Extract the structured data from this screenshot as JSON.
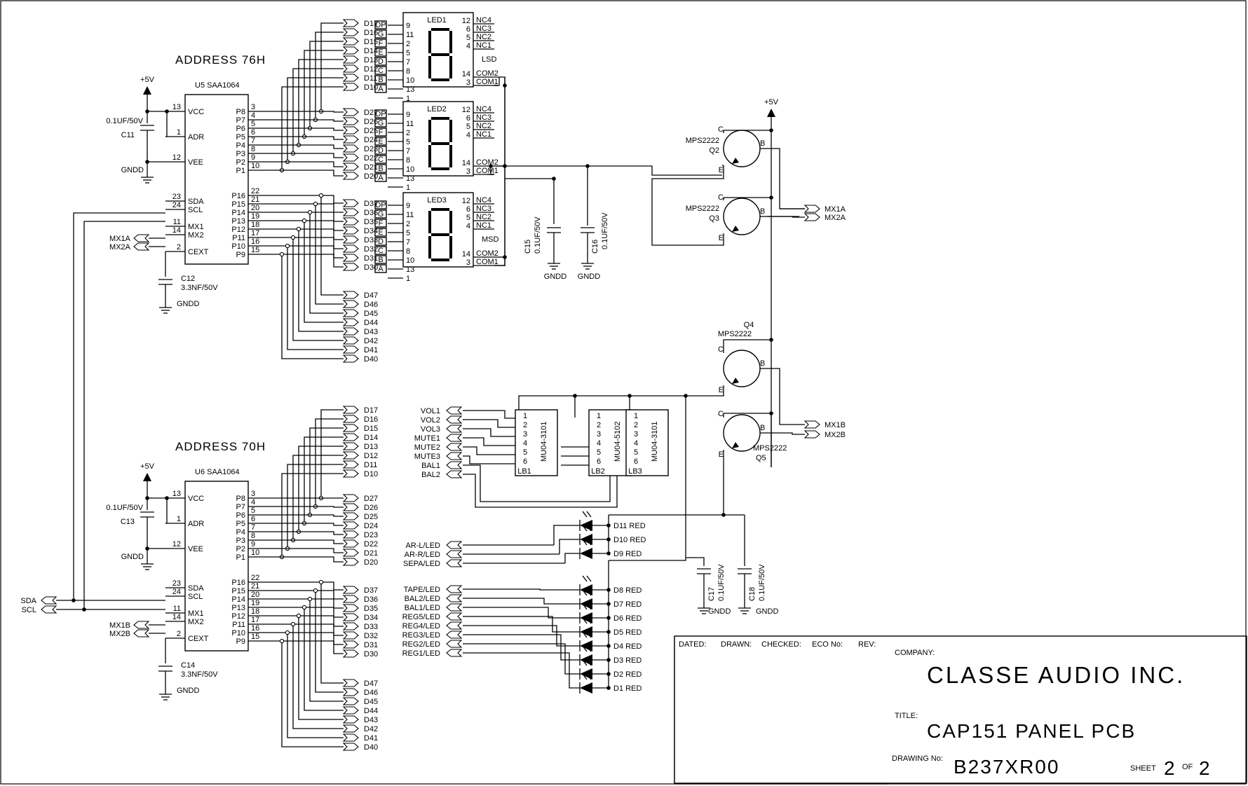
{
  "ics": {
    "u5": {
      "address": "ADDRESS 76H",
      "ref": "U5  SAA1064"
    },
    "u6": {
      "address": "ADDRESS 70H",
      "ref": "U6  SAA1064"
    },
    "left_pins": [
      {
        "num": "13",
        "name": "VCC"
      },
      {
        "num": "1",
        "name": "ADR"
      },
      {
        "num": "12",
        "name": "VEE"
      },
      {
        "num": "23",
        "name": "SDA"
      },
      {
        "num": "24",
        "name": "SCL"
      },
      {
        "num": "11",
        "name": "MX1"
      },
      {
        "num": "14",
        "name": "MX2"
      },
      {
        "num": "2",
        "name": "CEXT"
      }
    ],
    "right_pins_top": [
      {
        "num": "3",
        "name": "P8"
      },
      {
        "num": "4",
        "name": "P7"
      },
      {
        "num": "5",
        "name": "P6"
      },
      {
        "num": "6",
        "name": "P5"
      },
      {
        "num": "7",
        "name": "P4"
      },
      {
        "num": "8",
        "name": "P3"
      },
      {
        "num": "9",
        "name": "P2"
      },
      {
        "num": "10",
        "name": "P1"
      }
    ],
    "right_pins_bot": [
      {
        "num": "22",
        "name": "P16"
      },
      {
        "num": "21",
        "name": "P15"
      },
      {
        "num": "20",
        "name": "P14"
      },
      {
        "num": "19",
        "name": "P13"
      },
      {
        "num": "18",
        "name": "P12"
      },
      {
        "num": "17",
        "name": "P11"
      },
      {
        "num": "16",
        "name": "P10"
      },
      {
        "num": "15",
        "name": "P9"
      }
    ]
  },
  "power": {
    "plus5": "+5V",
    "gndd": "GNDD"
  },
  "caps": {
    "c11": [
      "0.1UF/50V",
      "C11"
    ],
    "c12": [
      "C12",
      "3.3NF/50V"
    ],
    "c13": [
      "0.1UF/50V",
      "C13"
    ],
    "c14": [
      "C14",
      "3.3NF/50V"
    ],
    "c15": [
      "C15",
      "0.1UF/50V"
    ],
    "c16": [
      "C16",
      "0.1UF/50V"
    ],
    "c17": [
      "C17",
      "0.1UF/50V"
    ],
    "c18": [
      "C18",
      "0.1UF/50V"
    ]
  },
  "nets": {
    "sda": "SDA",
    "scl": "SCL",
    "mx1a": "MX1A",
    "mx2a": "MX2A",
    "mx1b": "MX1B",
    "mx2b": "MX2B",
    "d10": [
      "D17",
      "D16",
      "D15",
      "D14",
      "D13",
      "D12",
      "D11",
      "D10"
    ],
    "d20": [
      "D27",
      "D26",
      "D25",
      "D24",
      "D23",
      "D22",
      "D21",
      "D20"
    ],
    "d30": [
      "D37",
      "D36",
      "D35",
      "D34",
      "D33",
      "D32",
      "D31",
      "D30"
    ],
    "d40": [
      "D47",
      "D46",
      "D45",
      "D44",
      "D43",
      "D42",
      "D41",
      "D40"
    ]
  },
  "leds": {
    "names": [
      "LED1",
      "LED2",
      "LED3"
    ],
    "seg_names": [
      "DP",
      "G",
      "F",
      "E",
      "D",
      "C",
      "B",
      "A"
    ],
    "seg_pins": [
      "9",
      "11",
      "2",
      "5",
      "7",
      "8",
      "10",
      "13",
      "1"
    ],
    "seg_pins_left": [
      "9",
      "11",
      "2",
      "",
      "7",
      "8",
      "10",
      "13",
      "1"
    ],
    "seg_pins_right": [
      "12",
      "6",
      "5",
      "4",
      "",
      "",
      "14",
      "3"
    ],
    "nc": [
      "NC4",
      "NC3",
      "NC2",
      "NC1"
    ],
    "com": [
      "COM2",
      "COM1"
    ],
    "lsd": "LSD",
    "msd": "MSD"
  },
  "transistors": {
    "type": "MPS2222",
    "q2": "Q2",
    "q3": "Q3",
    "q4": "Q4",
    "q5": "Q5",
    "c": "C",
    "b": "B",
    "e": "E"
  },
  "bargraphs": {
    "pin_numbers": [
      "1",
      "2",
      "3",
      "4",
      "5",
      "6"
    ],
    "lb1": {
      "ref": "LB1",
      "part": "MU04-3101"
    },
    "lb2": {
      "ref": "LB2",
      "part": "MU04-5102"
    },
    "lb3": {
      "ref": "LB3",
      "part": "MU04-3101"
    },
    "inputs": [
      "VOL1",
      "VOL2",
      "VOL3",
      "MUTE1",
      "MUTE2",
      "MUTE3",
      "BAL1",
      "BAL2"
    ]
  },
  "discrete_leds": {
    "group1_in": [
      "AR-L/LED",
      "AR-R/LED",
      "SEPA/LED"
    ],
    "group1_out": [
      "D11 RED",
      "D10 RED",
      "D9 RED"
    ],
    "group2_in": [
      "TAPE/LED",
      "BAL2/LED",
      "BAL1/LED",
      "REG5/LED",
      "REG4/LED",
      "REG3/LED",
      "REG2/LED",
      "REG1/LED"
    ],
    "group2_out": [
      "D8 RED",
      "D7 RED",
      "D6 RED",
      "D5 RED",
      "D4 RED",
      "D3 RED",
      "D2 RED",
      "D1 RED"
    ]
  },
  "titleblock": {
    "headers": [
      "DATED:",
      "DRAWN:",
      "CHECKED:",
      "ECO No:",
      "REV:"
    ],
    "company_label": "COMPANY:",
    "company": "CLASSE AUDIO INC.",
    "title_label": "TITLE:",
    "title": "CAP151 PANEL PCB",
    "drawing_label": "DRAWING No:",
    "drawing": "B237XR00",
    "sheet_label": "SHEET",
    "sheet": "2",
    "of_label": "OF",
    "of": "2"
  }
}
